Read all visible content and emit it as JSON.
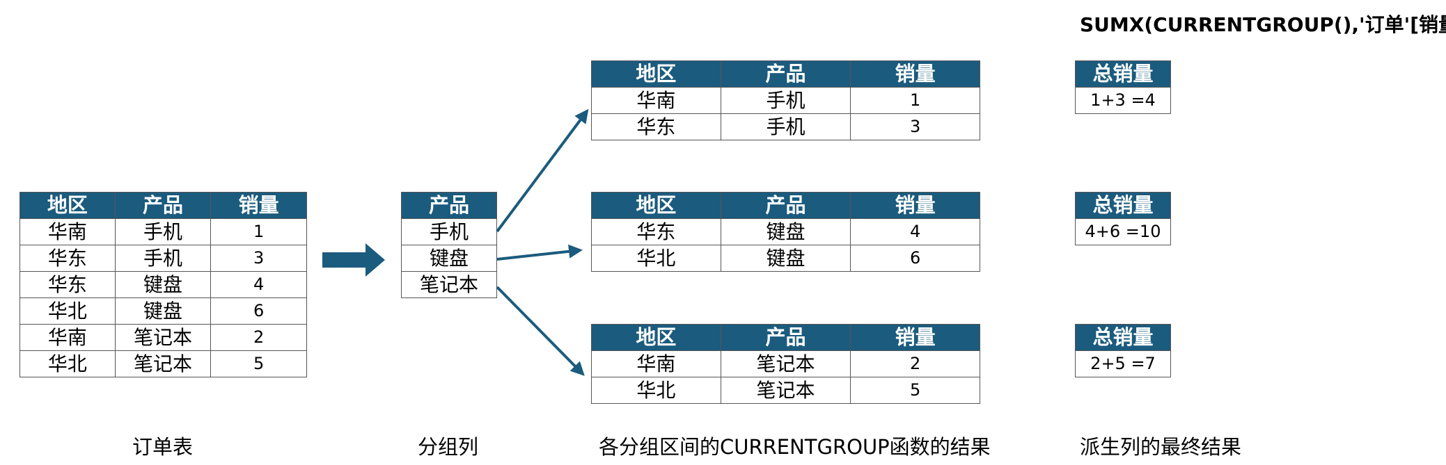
{
  "formula": "SUMX(CURRENTGROUP(),'订单'[销量])",
  "headers": {
    "region": "地区",
    "product": "产品",
    "sales": "销量",
    "total": "总销量"
  },
  "order_table": {
    "rows": [
      [
        "华南",
        "手机",
        "1"
      ],
      [
        "华东",
        "手机",
        "3"
      ],
      [
        "华东",
        "键盘",
        "4"
      ],
      [
        "华北",
        "键盘",
        "6"
      ],
      [
        "华南",
        "笔记本",
        "2"
      ],
      [
        "华北",
        "笔记本",
        "5"
      ]
    ]
  },
  "group_column": {
    "rows": [
      "手机",
      "键盘",
      "笔记本"
    ]
  },
  "groups": [
    {
      "rows": [
        [
          "华南",
          "手机",
          "1"
        ],
        [
          "华东",
          "手机",
          "3"
        ]
      ],
      "total": "1+3 =4"
    },
    {
      "rows": [
        [
          "华东",
          "键盘",
          "4"
        ],
        [
          "华北",
          "键盘",
          "6"
        ]
      ],
      "total": "4+6 =10"
    },
    {
      "rows": [
        [
          "华南",
          "笔记本",
          "2"
        ],
        [
          "华北",
          "笔记本",
          "5"
        ]
      ],
      "total": "2+5 =7"
    }
  ],
  "captions": {
    "order_table": "订单表",
    "group_column": "分组列",
    "currentgroup": "各分组区间的CURRENTGROUP函数的结果",
    "final": "派生列的最终结果"
  },
  "colors": {
    "header_bg": "#1b5b7e",
    "arrow": "#1b5b7e"
  }
}
